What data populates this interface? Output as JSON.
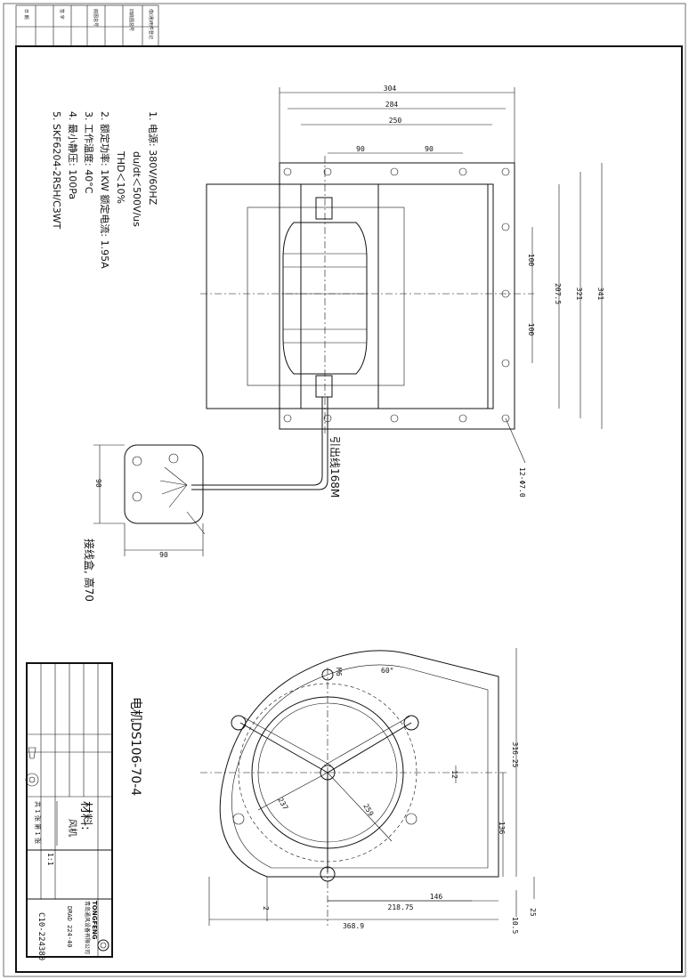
{
  "notes": {
    "n1": "1. 电源: 380V/60HZ",
    "n1b": "du/dt＜500V/us",
    "n1c": "THD＜10%",
    "n2": "2. 额定功率: 1KW 额定电流: 1.95A",
    "n3": "3. 工作温度: 40°C",
    "n4": "4. 最小静压: 100Pa",
    "n5": "5. SKF6204-2RSH/C3WT"
  },
  "dims_top": {
    "d304": "304",
    "d284": "284",
    "d250": "250",
    "d90a": "90",
    "d90b": "90",
    "d100a": "100",
    "d100b": "100",
    "d2075": "207.5",
    "d321": "321",
    "d341": "341",
    "holes": "12-Φ7.0"
  },
  "labels": {
    "lead": "引出线168M",
    "box": "接线盒, 高70",
    "motor": "电机DS106-70-4",
    "material": "材料:",
    "fan": "风机"
  },
  "dims_box": {
    "w": "90",
    "h": "90"
  },
  "dims_front": {
    "d3169": "316.25",
    "d136": "136",
    "d12": "12",
    "d25": "25",
    "d105": "10.5",
    "d21875": "218.75",
    "d146": "146",
    "d3689": "368.9",
    "d2": "2",
    "d237": "237",
    "d259": "259",
    "ang": "60°",
    "m6": "M6"
  },
  "title_block": {
    "scale": "1:1",
    "drawing_no": "C10-224380",
    "code": "DRAD 224-40",
    "company": "青岛通风设备有限公司",
    "sheets": "共 1 张  第 1 张",
    "brand": "TONGFENG"
  },
  "strip": {
    "s1": "借(通)用件登记",
    "s2": "旧底图总号",
    "s3": "底图总号",
    "s4": "签 字",
    "s5": "日 期"
  }
}
